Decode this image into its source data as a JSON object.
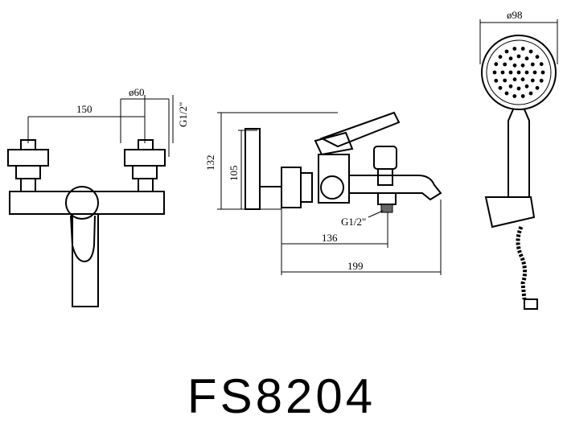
{
  "dimensions": {
    "front_spacing": "150",
    "front_diameter": "ø60",
    "front_thread": "G1/2\"",
    "side_height_total": "132",
    "side_height_inner": "105",
    "side_thread": "G1/2\"",
    "side_length_inner": "136",
    "side_length_total": "199",
    "shower_head_diameter": "ø98"
  },
  "model_code": "FS8204"
}
